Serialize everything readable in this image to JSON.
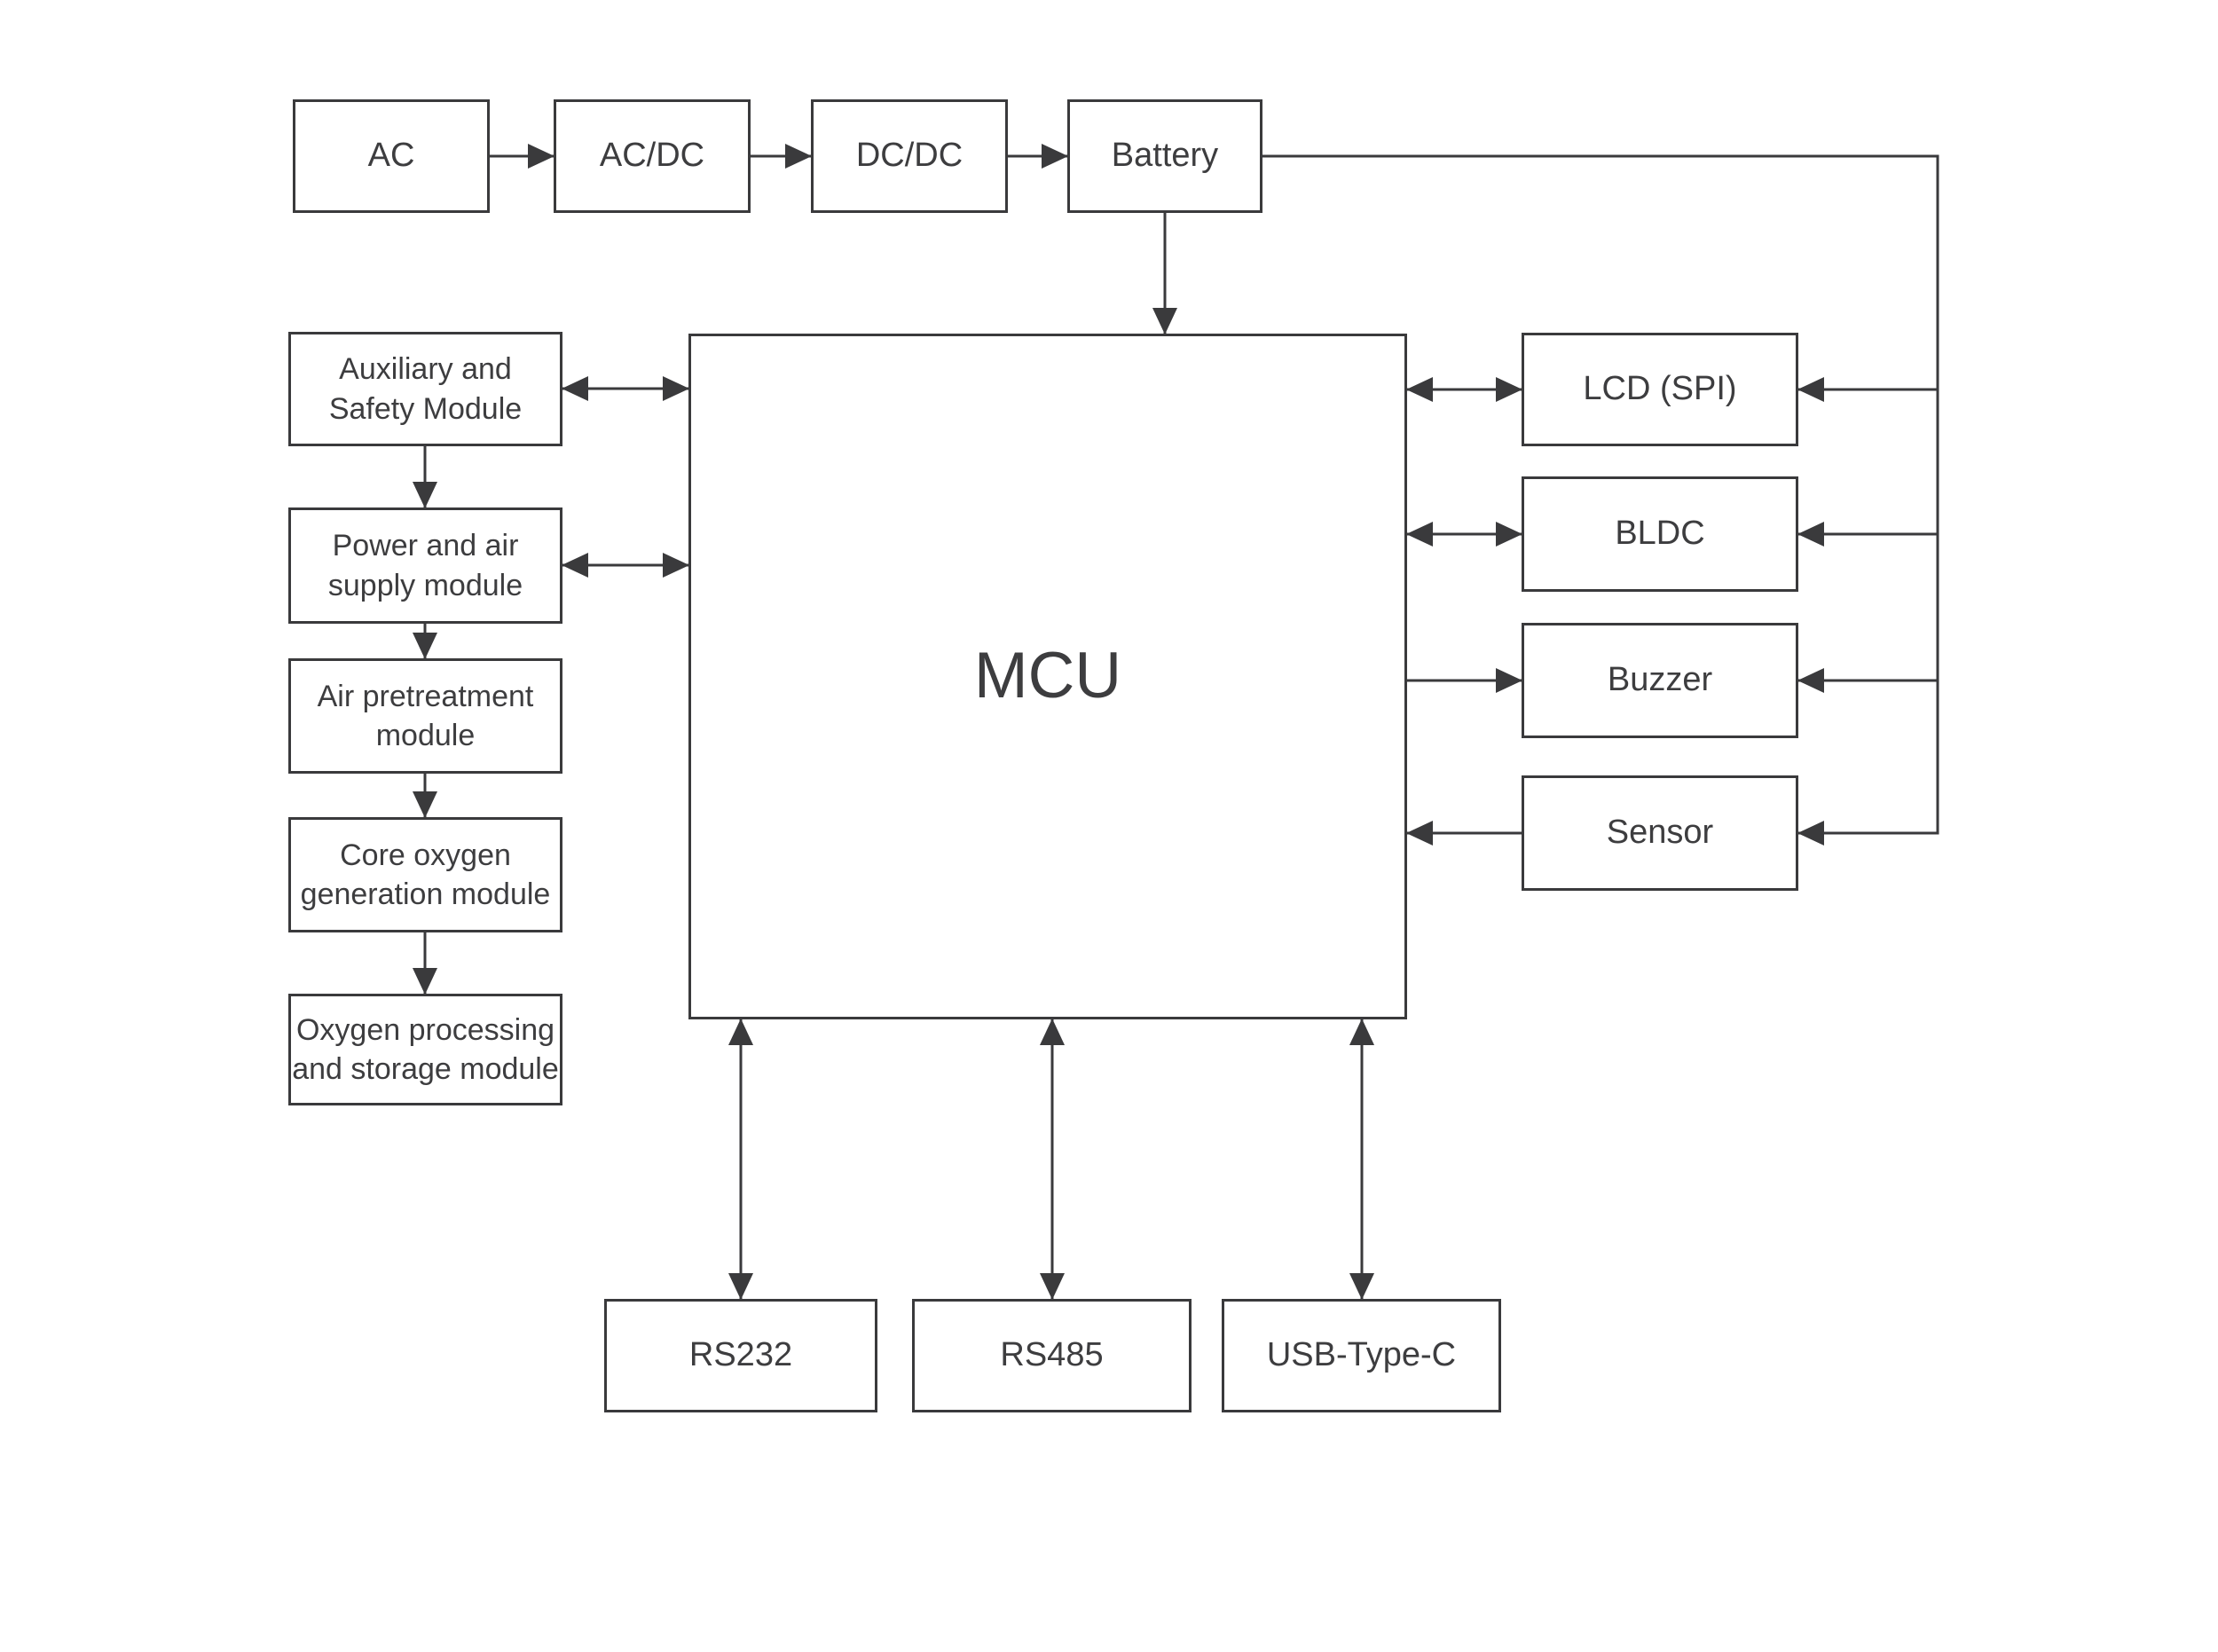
{
  "diagram": {
    "colors": {
      "background": "#ffffff",
      "line": "#3a3a3c",
      "text": "#3d3d3f"
    },
    "nodes": {
      "ac": {
        "label": "AC"
      },
      "ac_dc": {
        "label": "AC/DC"
      },
      "dc_dc": {
        "label": "DC/DC"
      },
      "battery": {
        "label": "Battery"
      },
      "mcu": {
        "label": "MCU"
      },
      "auxiliary_safety": {
        "lines": [
          "Auxiliary and",
          "Safety Module"
        ]
      },
      "power_air_supply": {
        "lines": [
          "Power and air",
          "supply module"
        ]
      },
      "air_pretreatment": {
        "lines": [
          "Air pretreatment",
          "module"
        ]
      },
      "core_oxygen_generation": {
        "lines": [
          "Core oxygen",
          "generation module"
        ]
      },
      "oxygen_processing_storage": {
        "lines": [
          "Oxygen processing",
          "and storage module"
        ]
      },
      "lcd_spi": {
        "label": "LCD (SPI)"
      },
      "bldc": {
        "label": "BLDC"
      },
      "buzzer": {
        "label": "Buzzer"
      },
      "sensor": {
        "label": "Sensor"
      },
      "rs232": {
        "label": "RS232"
      },
      "rs485": {
        "label": "RS485"
      },
      "usb_type_c": {
        "label": "USB-Type-C"
      }
    },
    "edges": [
      {
        "from": "ac",
        "to": "ac_dc",
        "direction": "one-way"
      },
      {
        "from": "ac_dc",
        "to": "dc_dc",
        "direction": "one-way"
      },
      {
        "from": "dc_dc",
        "to": "battery",
        "direction": "one-way"
      },
      {
        "from": "battery",
        "to": "mcu",
        "direction": "one-way"
      },
      {
        "from": "battery",
        "to": "lcd_spi",
        "direction": "one-way"
      },
      {
        "from": "battery",
        "to": "bldc",
        "direction": "one-way"
      },
      {
        "from": "battery",
        "to": "buzzer",
        "direction": "one-way"
      },
      {
        "from": "battery",
        "to": "sensor",
        "direction": "one-way"
      },
      {
        "from": "auxiliary_safety",
        "to": "mcu",
        "direction": "two-way"
      },
      {
        "from": "power_air_supply",
        "to": "mcu",
        "direction": "two-way"
      },
      {
        "from": "auxiliary_safety",
        "to": "power_air_supply",
        "direction": "one-way"
      },
      {
        "from": "power_air_supply",
        "to": "air_pretreatment",
        "direction": "one-way"
      },
      {
        "from": "air_pretreatment",
        "to": "core_oxygen_generation",
        "direction": "one-way"
      },
      {
        "from": "core_oxygen_generation",
        "to": "oxygen_processing_storage",
        "direction": "one-way"
      },
      {
        "from": "mcu",
        "to": "lcd_spi",
        "direction": "two-way"
      },
      {
        "from": "mcu",
        "to": "bldc",
        "direction": "two-way"
      },
      {
        "from": "mcu",
        "to": "buzzer",
        "direction": "one-way"
      },
      {
        "from": "sensor",
        "to": "mcu",
        "direction": "one-way"
      },
      {
        "from": "mcu",
        "to": "rs232",
        "direction": "two-way"
      },
      {
        "from": "mcu",
        "to": "rs485",
        "direction": "two-way"
      },
      {
        "from": "mcu",
        "to": "usb_type_c",
        "direction": "two-way"
      }
    ]
  }
}
